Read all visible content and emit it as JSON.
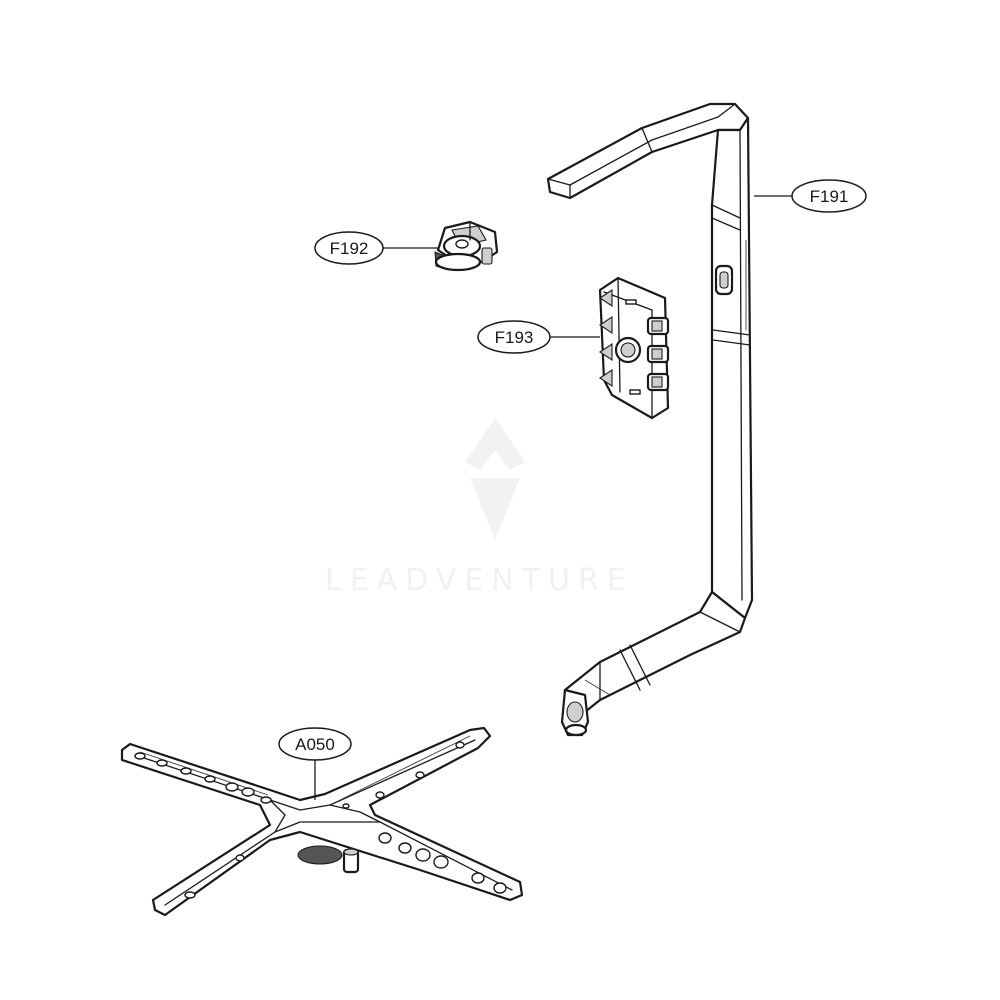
{
  "diagram": {
    "callouts": [
      {
        "id": "F191",
        "label": "F191"
      },
      {
        "id": "F192",
        "label": "F192"
      },
      {
        "id": "F193",
        "label": "F193"
      },
      {
        "id": "A050",
        "label": "A050"
      }
    ],
    "watermark": "LEADVENTURE"
  },
  "colors": {
    "line": "#1a1a1a",
    "background": "#ffffff",
    "shade": "#cfcfcf"
  }
}
